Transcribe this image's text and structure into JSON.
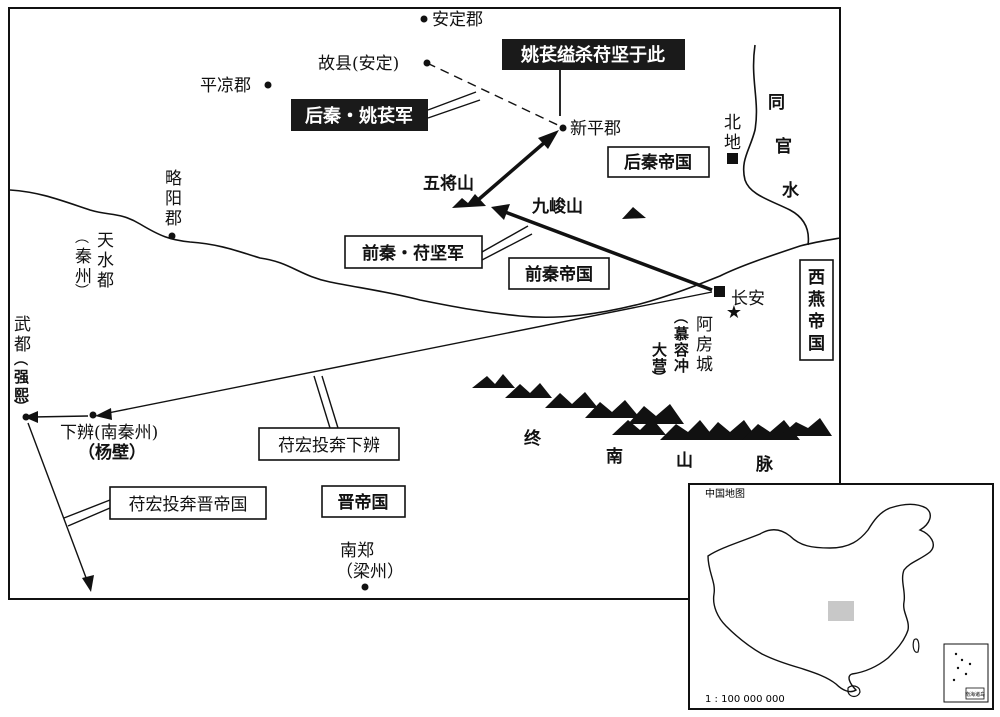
{
  "places": {
    "anding_jun": "安定郡",
    "guxian": "故县(安定)",
    "pingliang_jun": "平凉郡",
    "xinping_jun": "新平郡",
    "beidi": "北地",
    "tongguan_shui": "同官水",
    "wujiang_shan": "五将山",
    "jiujun_shan": "九峻山",
    "lueyang_jun": "略阳郡",
    "tianshui_du": "天水都",
    "qinzhou": "（秦州）",
    "changan": "长安",
    "afang_cheng": "阿房城",
    "murongchong_daying": "（慕容冲大营）",
    "wudu": "武都",
    "qiangxi": "（强熙）",
    "xiabian": "下辨(南秦州)",
    "yangbi": "（杨壁）",
    "nanzheng": "南郑",
    "liangzhou": "（梁州）",
    "zhongnan_1": "终",
    "zhongnan_2": "南",
    "zhongnan_3": "山",
    "zhongnan_4": "脉"
  },
  "boxes": {
    "yaochang_kill": "姚苌缢杀苻坚于此",
    "houqin_army": "后秦・姚苌军",
    "houqin_empire": "后秦帝国",
    "qianqin_army": "前秦・苻坚军",
    "qianqin_empire": "前秦帝国",
    "xiyan_empire": "西燕帝国",
    "fuhong_xiabian": "苻宏投奔下辨",
    "fuhong_jin": "苻宏投奔晋帝国",
    "jin_empire": "晋帝国"
  },
  "inset": {
    "title": "中国地图",
    "scale": "1 : 100 000 000",
    "south_sea_label": "南海诸岛"
  },
  "colors": {
    "ink": "#111111",
    "highlight": "#c8c8c8",
    "label_bg": "#1a1a1a"
  }
}
